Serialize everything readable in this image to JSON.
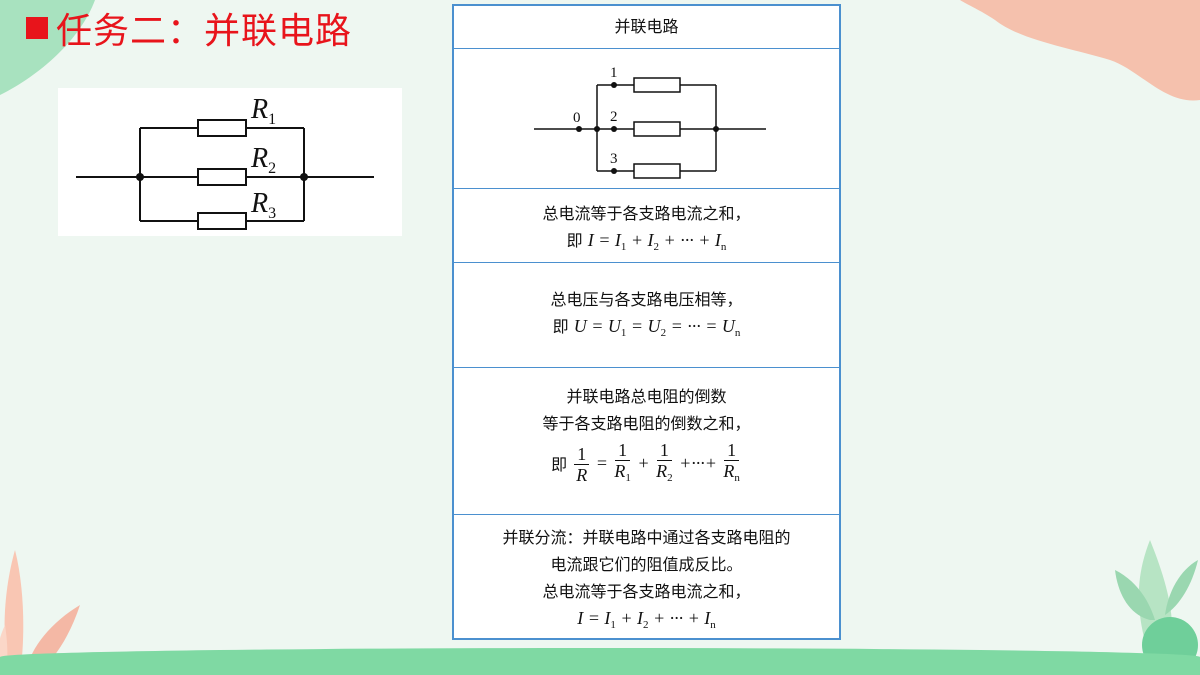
{
  "slide": {
    "title": "任务二：并联电路",
    "accent_color": "#e8141b",
    "border_color": "#4b90cf"
  },
  "circuit_left": {
    "labels": [
      "R1",
      "R2",
      "R3"
    ]
  },
  "table": {
    "header": "并联电路",
    "diagram_nodes": [
      "0",
      "1",
      "2",
      "3"
    ],
    "current": {
      "text": "总电流等于各支路电流之和，",
      "prefix": "即",
      "formula": "I = I1 + I2 + ··· + In"
    },
    "voltage": {
      "text": "总电压与各支路电压相等，",
      "prefix": "即",
      "formula": "U = U1 = U2 = ··· = Un"
    },
    "resistance": {
      "line1": "并联电路总电阻的倒数",
      "line2": "等于各支路电阻的倒数之和，",
      "prefix": "即",
      "formula": "1/R = 1/R1 + 1/R2 + ··· + 1/Rn"
    },
    "divide": {
      "line1": "并联分流：并联电路中通过各支路电阻的",
      "line2": "电流跟它们的阻值成反比。",
      "line3": "总电流等于各支路电流之和，",
      "formula": "I = I1 + I2 + ··· + In"
    }
  }
}
